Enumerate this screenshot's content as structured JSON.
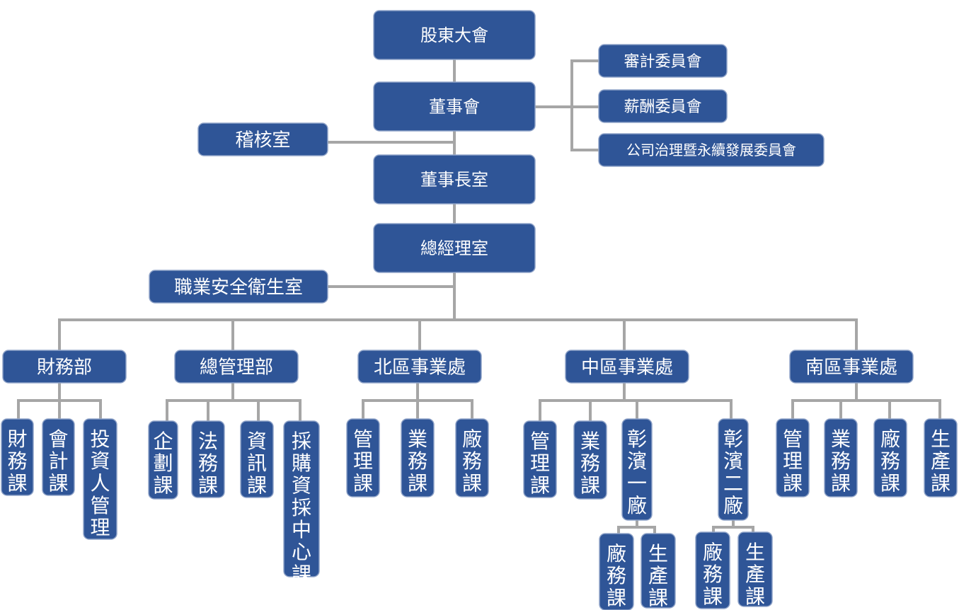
{
  "nodes": {
    "shareholders": "股東大會",
    "board": "董事會",
    "audit_committee": "審計委員會",
    "remuneration_committee": "薪酬委員會",
    "governance_committee": "公司治理暨永續發展委員會",
    "internal_audit": "稽核室",
    "chairman_office": "董事長室",
    "president_office": "總經理室",
    "safety_office": "職業安全衛生室",
    "finance_dept": "財務部",
    "admin_dept": "總管理部",
    "north_division": "北區事業處",
    "central_division": "中區事業處",
    "south_division": "南區事業處",
    "finance_section": "財務課",
    "accounting_section": "會計課",
    "investor_relations_section": "投資人管理",
    "planning_section": "企劃課",
    "legal_section": "法務課",
    "it_section": "資訊課",
    "procurement_section": "採購資採中心課",
    "north_management": "管理課",
    "north_sales": "業務課",
    "north_plant_affairs": "廠務課",
    "central_management": "管理課",
    "central_sales": "業務課",
    "changbin_plant_1": "彰濱一廠",
    "changbin_plant_2": "彰濱二廠",
    "plant1_affairs": "廠務課",
    "plant1_production": "生產課",
    "plant2_affairs": "廠務課",
    "plant2_production": "生產課",
    "south_management": "管理課",
    "south_sales": "業務課",
    "south_plant_affairs": "廠務課",
    "south_production": "生產課"
  },
  "colors": {
    "box_fill": "#2f5597",
    "box_text": "#ffffff",
    "connector": "#a6a6a6"
  }
}
